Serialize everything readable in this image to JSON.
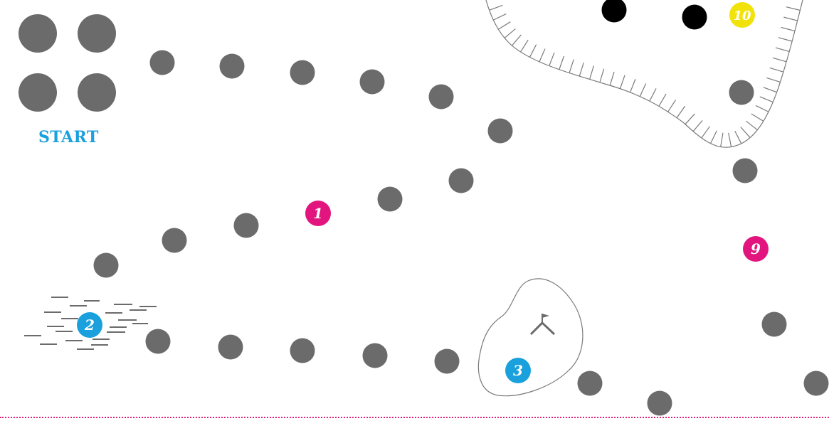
{
  "title": "START",
  "colors": {
    "background": "#ffffff",
    "track_space": "#6b6b6b",
    "start_label": "#1aa0dc",
    "pond": "#ffffff",
    "outline": "#7a7a7a",
    "border": "#e0207d",
    "token": "#000000"
  },
  "icons": {
    "reeds": "reeds-icon",
    "flag": "flag-icon"
  },
  "special_spaces": [
    {
      "label": "1",
      "color": "#e2157f",
      "text_color": "#ffffff"
    },
    {
      "label": "2",
      "color": "#1aa0dc",
      "text_color": "#ffffff"
    },
    {
      "label": "3",
      "color": "#1aa0dc",
      "text_color": "#ffffff"
    },
    {
      "label": "9",
      "color": "#e2157f",
      "text_color": "#ffffff"
    },
    {
      "label": "10",
      "color": "#f2e20c",
      "text_color": "#ffffff"
    }
  ]
}
